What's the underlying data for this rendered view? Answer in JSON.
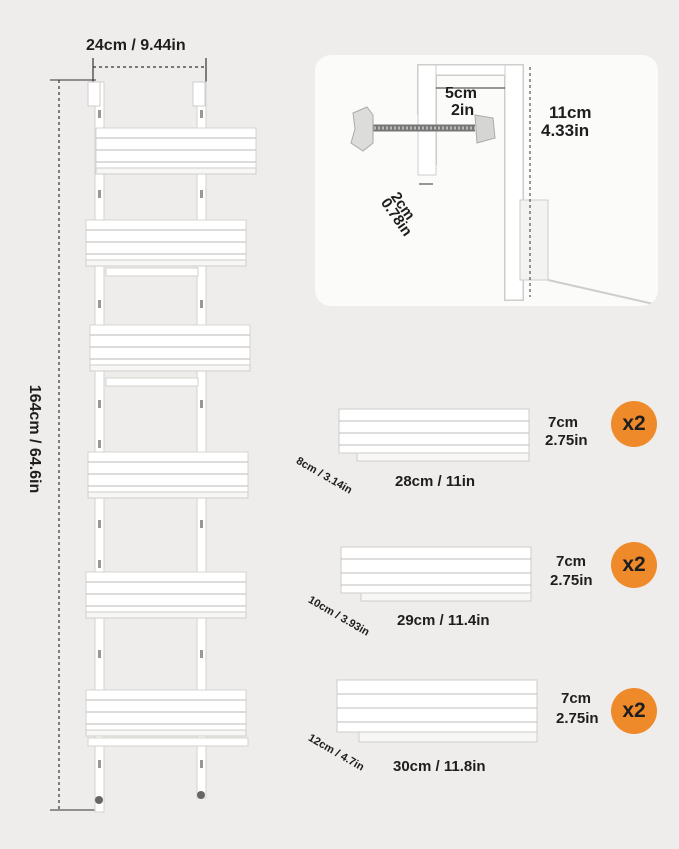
{
  "rack": {
    "width_label": "24cm / 9.44in",
    "height_label": "164cm / 64.6in"
  },
  "clamp_detail": {
    "opening_cm": "5cm",
    "opening_in": "2in",
    "depth_cm": "11cm",
    "depth_in": "4.33in",
    "door_cm": "2cm",
    "door_in": "0.78in"
  },
  "baskets": [
    {
      "width_label": "28cm / 11in",
      "depth_label": "8cm / 3.14in",
      "height_cm": "7cm",
      "height_in": "2.75in",
      "quantity": "x2"
    },
    {
      "width_label": "29cm / 11.4in",
      "depth_label": "10cm / 3.93in",
      "height_cm": "7cm",
      "height_in": "2.75in",
      "quantity": "x2"
    },
    {
      "width_label": "30cm / 11.8in",
      "depth_label": "12cm / 4.7in",
      "height_cm": "7cm",
      "height_in": "2.75in",
      "quantity": "x2"
    }
  ],
  "colors": {
    "background": "#efedeb",
    "badge": "#ef8a2b",
    "rack": "#ffffff"
  }
}
